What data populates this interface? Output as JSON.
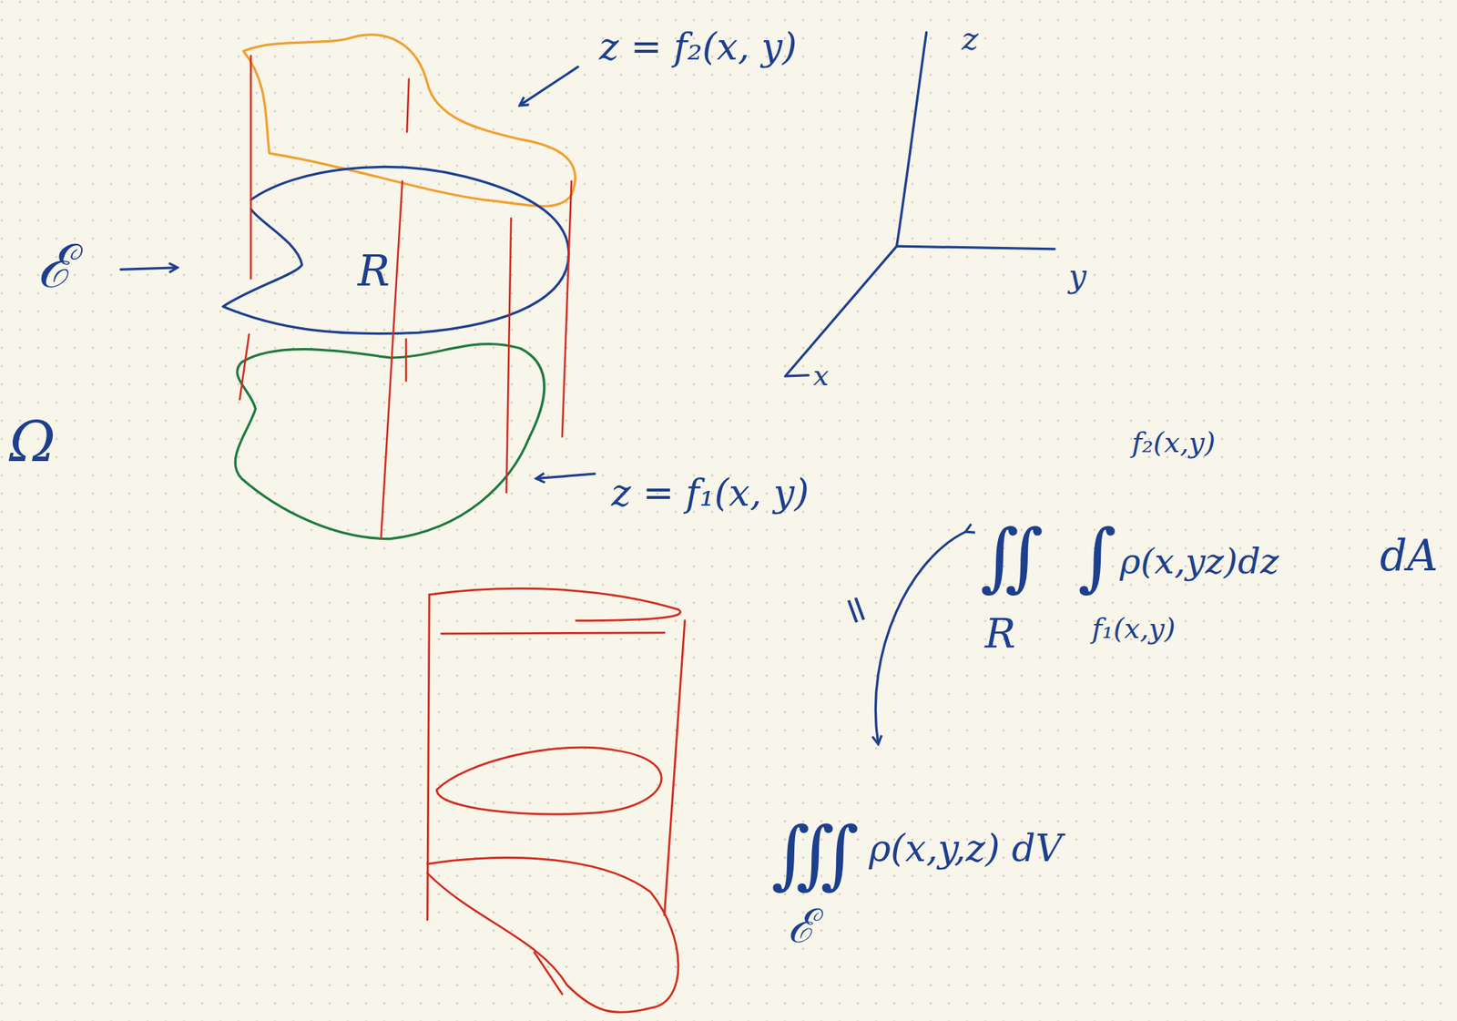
{
  "diagram": {
    "labels": [
      "z = f₂(x, y)",
      "z",
      "y",
      "x",
      "ℰ",
      "R",
      "Ω",
      "z = f₁(x, y)",
      "f₂(x,y)",
      "∬",
      "∫",
      "ρ(x,yz)dz",
      "dA",
      "R",
      "f₁(x,y)",
      "=",
      "∭",
      "ρ(x,y,z) dV",
      "ℰ"
    ]
  }
}
